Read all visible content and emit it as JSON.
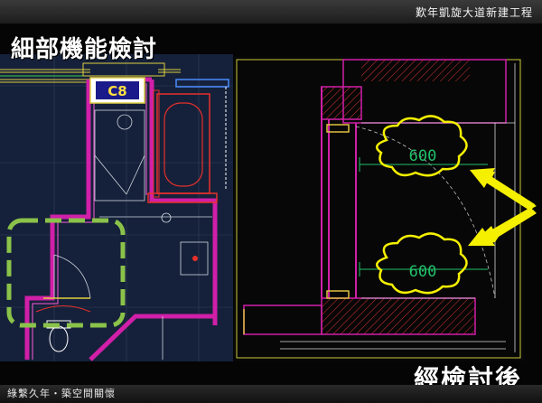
{
  "header": {
    "project_title": "歎年凱旋大道新建工程"
  },
  "slide": {
    "title": "細部機能檢討",
    "stamp": "經檢討後"
  },
  "footer": {
    "slogan": "綠繫久年・築空間關懷"
  },
  "plan": {
    "room_tag": "C8"
  },
  "detail": {
    "dimension_upper": "600",
    "dimension_lower": "600"
  },
  "colors": {
    "cad_bg": "#15213a",
    "wall": "#d01fa8",
    "fixture_red": "#e8302a",
    "callout_green": "#8bc34a",
    "arrow_yellow": "#f5f000",
    "dim_green": "#22c06a"
  }
}
